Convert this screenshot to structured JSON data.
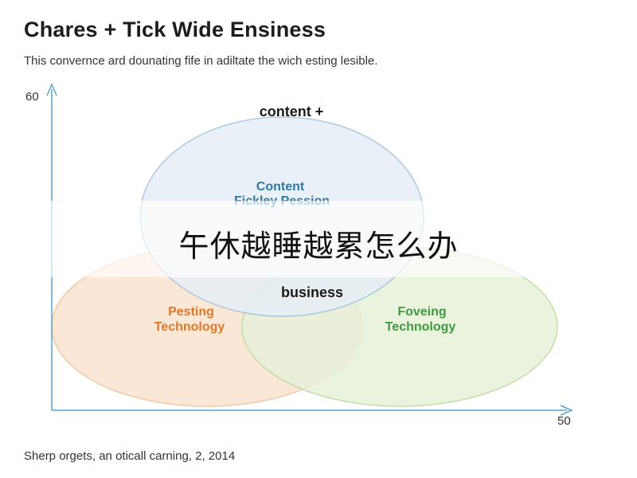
{
  "header": {
    "title": "Chares + Tick Wide Ensiness",
    "subtitle": "This convernce ard dounating fife in adiltate the wich esting lesible."
  },
  "axes": {
    "y_max_label": "60",
    "x_max_label": "50"
  },
  "diagram": {
    "top_heading": "content +",
    "center_heading": "business",
    "circles": [
      {
        "id": "content",
        "line1": "Content",
        "line2": "Fickley Pession",
        "color": "#2f78a8",
        "fill": "#e6eef6",
        "stroke": "#9fc1dc"
      },
      {
        "id": "pesting",
        "line1": "Pesting",
        "line2": "Technology",
        "color": "#e07a2a",
        "fill": "#fbe3cf",
        "stroke": "#f0c09a"
      },
      {
        "id": "foveing",
        "line1": "Foveing",
        "line2": "Technology",
        "color": "#3f9a3f",
        "fill": "#e7f1d9",
        "stroke": "#bcd79c"
      }
    ],
    "axis_color": "#5aa0cc"
  },
  "overlay": {
    "text": "午休越睡越累怎么办"
  },
  "footer": {
    "caption": "Sherp orgets, an oticall carning, 2, 2014"
  }
}
